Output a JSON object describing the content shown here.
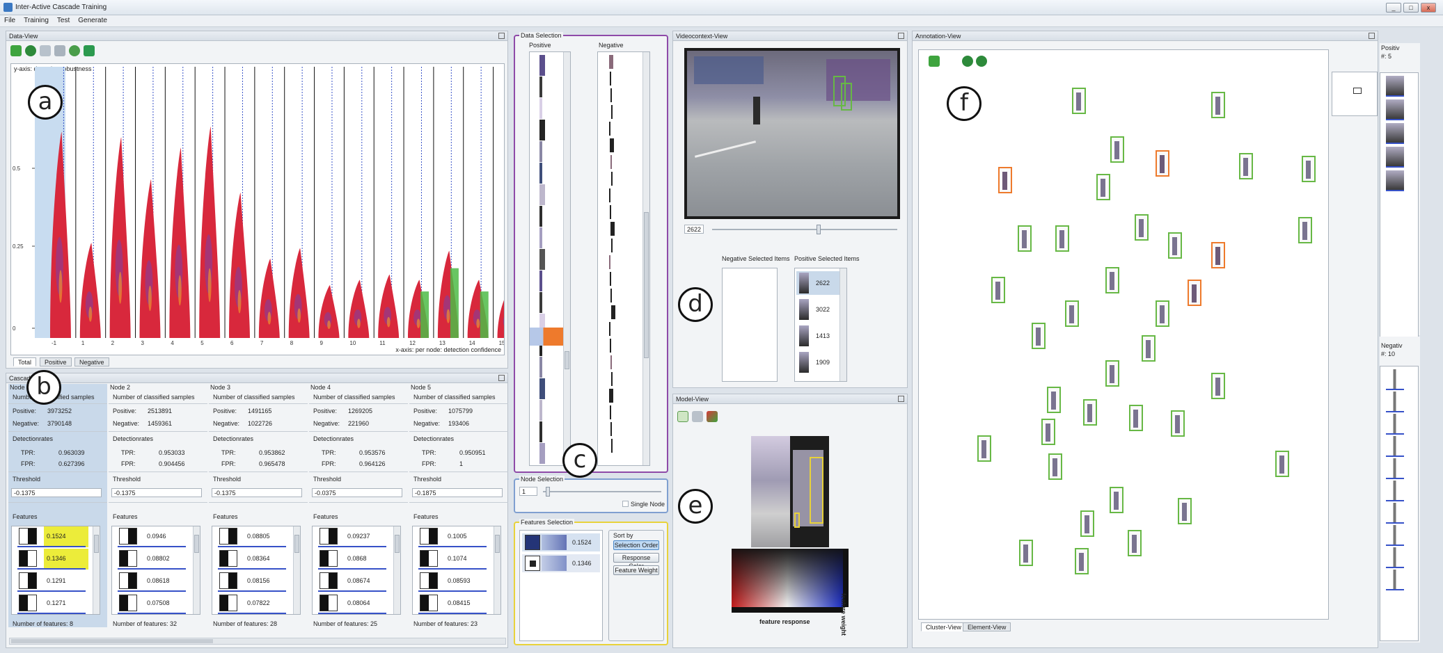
{
  "window": {
    "title": "Inter-Active Cascade Training",
    "controls": [
      "_",
      "□",
      "x"
    ]
  },
  "menu": [
    "File",
    "Training",
    "Test",
    "Generate"
  ],
  "data_view": {
    "title": "Data-View",
    "y_axis_label": "y-axis: detection robustness",
    "x_axis_label": "x-axis: per node: detection confidence",
    "y_ticks": [
      "0.5",
      "0.25",
      "0"
    ],
    "x_ticks": [
      "-1",
      "1",
      "2",
      "3",
      "4",
      "5",
      "6",
      "7",
      "8",
      "9",
      "10",
      "11",
      "12",
      "13",
      "14",
      "15"
    ],
    "tabs": [
      "Total",
      "Positive",
      "Negative"
    ],
    "label": "a"
  },
  "cascade_view": {
    "title": "Cascade",
    "label": "b",
    "nodes": [
      {
        "name": "Node",
        "samples_label": "Number of classified samples",
        "positive": "3973252",
        "negative": "3790148",
        "tpr": "0.963039",
        "fpr": "0.627396",
        "threshold": "-0.1375",
        "features": [
          "0.1524",
          "0.1346",
          "0.1291",
          "0.1271"
        ],
        "count": "Number of features: 8"
      },
      {
        "name": "Node 2",
        "samples_label": "Number of classified samples",
        "positive": "2513891",
        "negative": "1459361",
        "tpr": "0.953033",
        "fpr": "0.904456",
        "threshold": "-0.1375",
        "features": [
          "0.0946",
          "0.08802",
          "0.08618",
          "0.07508"
        ],
        "count": "Number of features: 32"
      },
      {
        "name": "Node 3",
        "samples_label": "Number of classified samples",
        "positive": "1491165",
        "negative": "1022726",
        "tpr": "0.953862",
        "fpr": "0.965478",
        "threshold": "-0.1375",
        "features": [
          "0.08805",
          "0.08364",
          "0.08156",
          "0.07822"
        ],
        "count": "Number of features: 28"
      },
      {
        "name": "Node 4",
        "samples_label": "Number of classified samples",
        "positive": "1269205",
        "negative": "221960",
        "tpr": "0.953576",
        "fpr": "0.964126",
        "threshold": "-0.0375",
        "features": [
          "0.09237",
          "0.0868",
          "0.08674",
          "0.08064"
        ],
        "count": "Number of features: 25"
      },
      {
        "name": "Node 5",
        "samples_label": "Number of classified samples",
        "positive": "1075799",
        "negative": "193406",
        "tpr": "0.950951",
        "fpr": "1",
        "threshold": "-0.1875",
        "features": [
          "0.1005",
          "0.1074",
          "0.08593",
          "0.08415"
        ],
        "count": "Number of features: 23"
      }
    ],
    "labels": {
      "positive": "Positive:",
      "negative": "Negative:",
      "rates": "Detectionrates",
      "tpr": "TPR:",
      "fpr": "FPR:",
      "threshold": "Threshold",
      "features": "Features"
    }
  },
  "data_selection": {
    "title": "Data Selection",
    "positive_label": "Positive",
    "negative_label": "Negative",
    "label": "c"
  },
  "node_selection": {
    "title": "Node Selection",
    "value": "1",
    "single_node": "Single Node"
  },
  "features_selection": {
    "title": "Features Selection",
    "items": [
      "0.1524",
      "0.1346"
    ],
    "sort_title": "Sort by",
    "sort_buttons": [
      "Selection Order",
      "Response Color",
      "Feature Weight"
    ]
  },
  "video_view": {
    "title": "Videocontext-View",
    "frame": "2622"
  },
  "selected_items": {
    "negative_label": "Negative Selected Items",
    "positive_label": "Positive Selected Items",
    "positive_ids": [
      "2622",
      "3022",
      "1413",
      "1909"
    ],
    "label": "d"
  },
  "model_view": {
    "title": "Model-View",
    "x_label": "feature response",
    "y_label": "feature weight",
    "label": "e"
  },
  "annotation_view": {
    "title": "Annotation-View",
    "tabs": [
      "Cluster-View",
      "Element-View"
    ],
    "label": "f",
    "positive_title": "Positiv",
    "positive_count": "#:  5",
    "negative_title": "Negativ",
    "negative_count": "#:  10"
  },
  "colors": {
    "accent_purple": "#8e4aa8",
    "accent_yellow": "#e8d23a",
    "accent_blue": "#7f9fd0",
    "pos_green": "#67b845",
    "neg_orange": "#ee7a2c",
    "data_red": "#d8283c"
  }
}
